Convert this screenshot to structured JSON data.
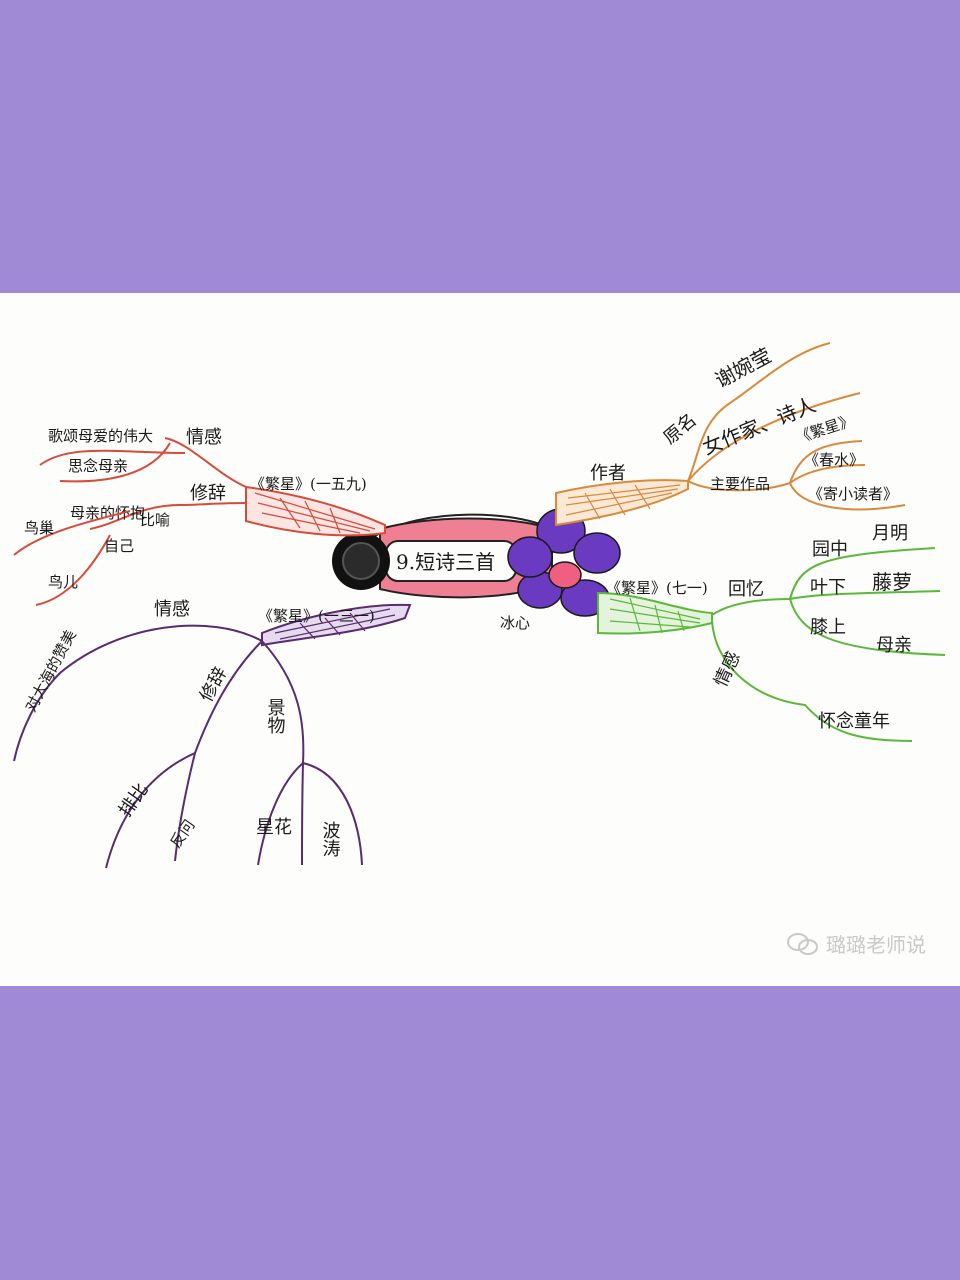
{
  "center": {
    "title": "9.短诗三首"
  },
  "left_top": {
    "branch": "《繁星》(一五九)",
    "emotion": "情感",
    "emotion_item_1": "歌颂母爱的伟大",
    "emotion_item_2": "思念母亲",
    "rhetoric": "修辞",
    "metaphor": "比喻",
    "metaphor_detail": "母亲的怀抱",
    "vehicle_1": "鸟巢",
    "vehicle_2": "鸟儿",
    "tenor": "自己"
  },
  "left_bottom": {
    "branch": "《繁星》(一三一)",
    "emotion": "情感",
    "emotion_item": "对大海的赞美",
    "rhetoric": "修辞",
    "parallel": "排比",
    "question": "反问",
    "scenery": "景物",
    "flower": "星花",
    "waves": "波涛"
  },
  "right_top": {
    "branch": "作者",
    "original_name": "原名",
    "original_name_value": "谢婉莹",
    "identity": "女作家、诗人",
    "works": "主要作品",
    "work_1": "《繁星》",
    "work_2": "《春水》",
    "work_3": "《寄小读者》"
  },
  "right_bottom": {
    "branch": "《繁星》(七一)",
    "memory": "回忆",
    "memory_item_1": "园中",
    "memory_item_1b": "月明",
    "memory_item_2": "叶下",
    "memory_item_2b": "藤萝",
    "memory_item_3": "膝上",
    "memory_item_3b": "母亲",
    "emotion": "情感",
    "emotion_item": "怀念童年"
  },
  "connector_label": "冰心",
  "watermark": "璐璐老师说",
  "colors": {
    "background": "#a08ad6",
    "red": "#d84a3a",
    "orange": "#d98a3c",
    "purple": "#5a2b6e",
    "green": "#5cb83a",
    "pink": "#ef7f93",
    "violet": "#6a3bc0"
  }
}
